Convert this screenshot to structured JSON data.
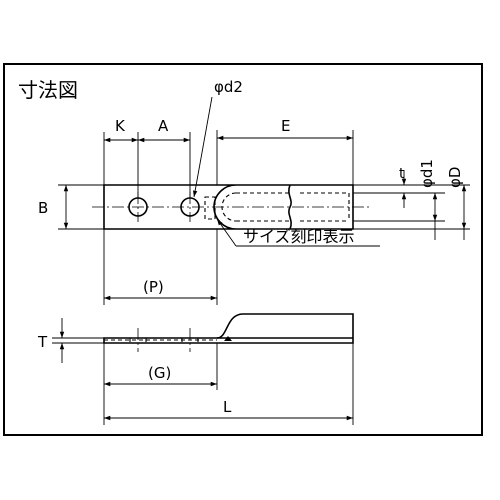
{
  "title": "寸法図",
  "labels": {
    "K": "K",
    "A": "A",
    "phi_d2": "φd2",
    "E": "E",
    "t": "t",
    "phi_d1": "φd1",
    "phi_D": "φD",
    "B": "B",
    "marking_note": "サイズ刻印表示",
    "P": "(P)",
    "T": "T",
    "G": "(G)",
    "L": "L"
  }
}
